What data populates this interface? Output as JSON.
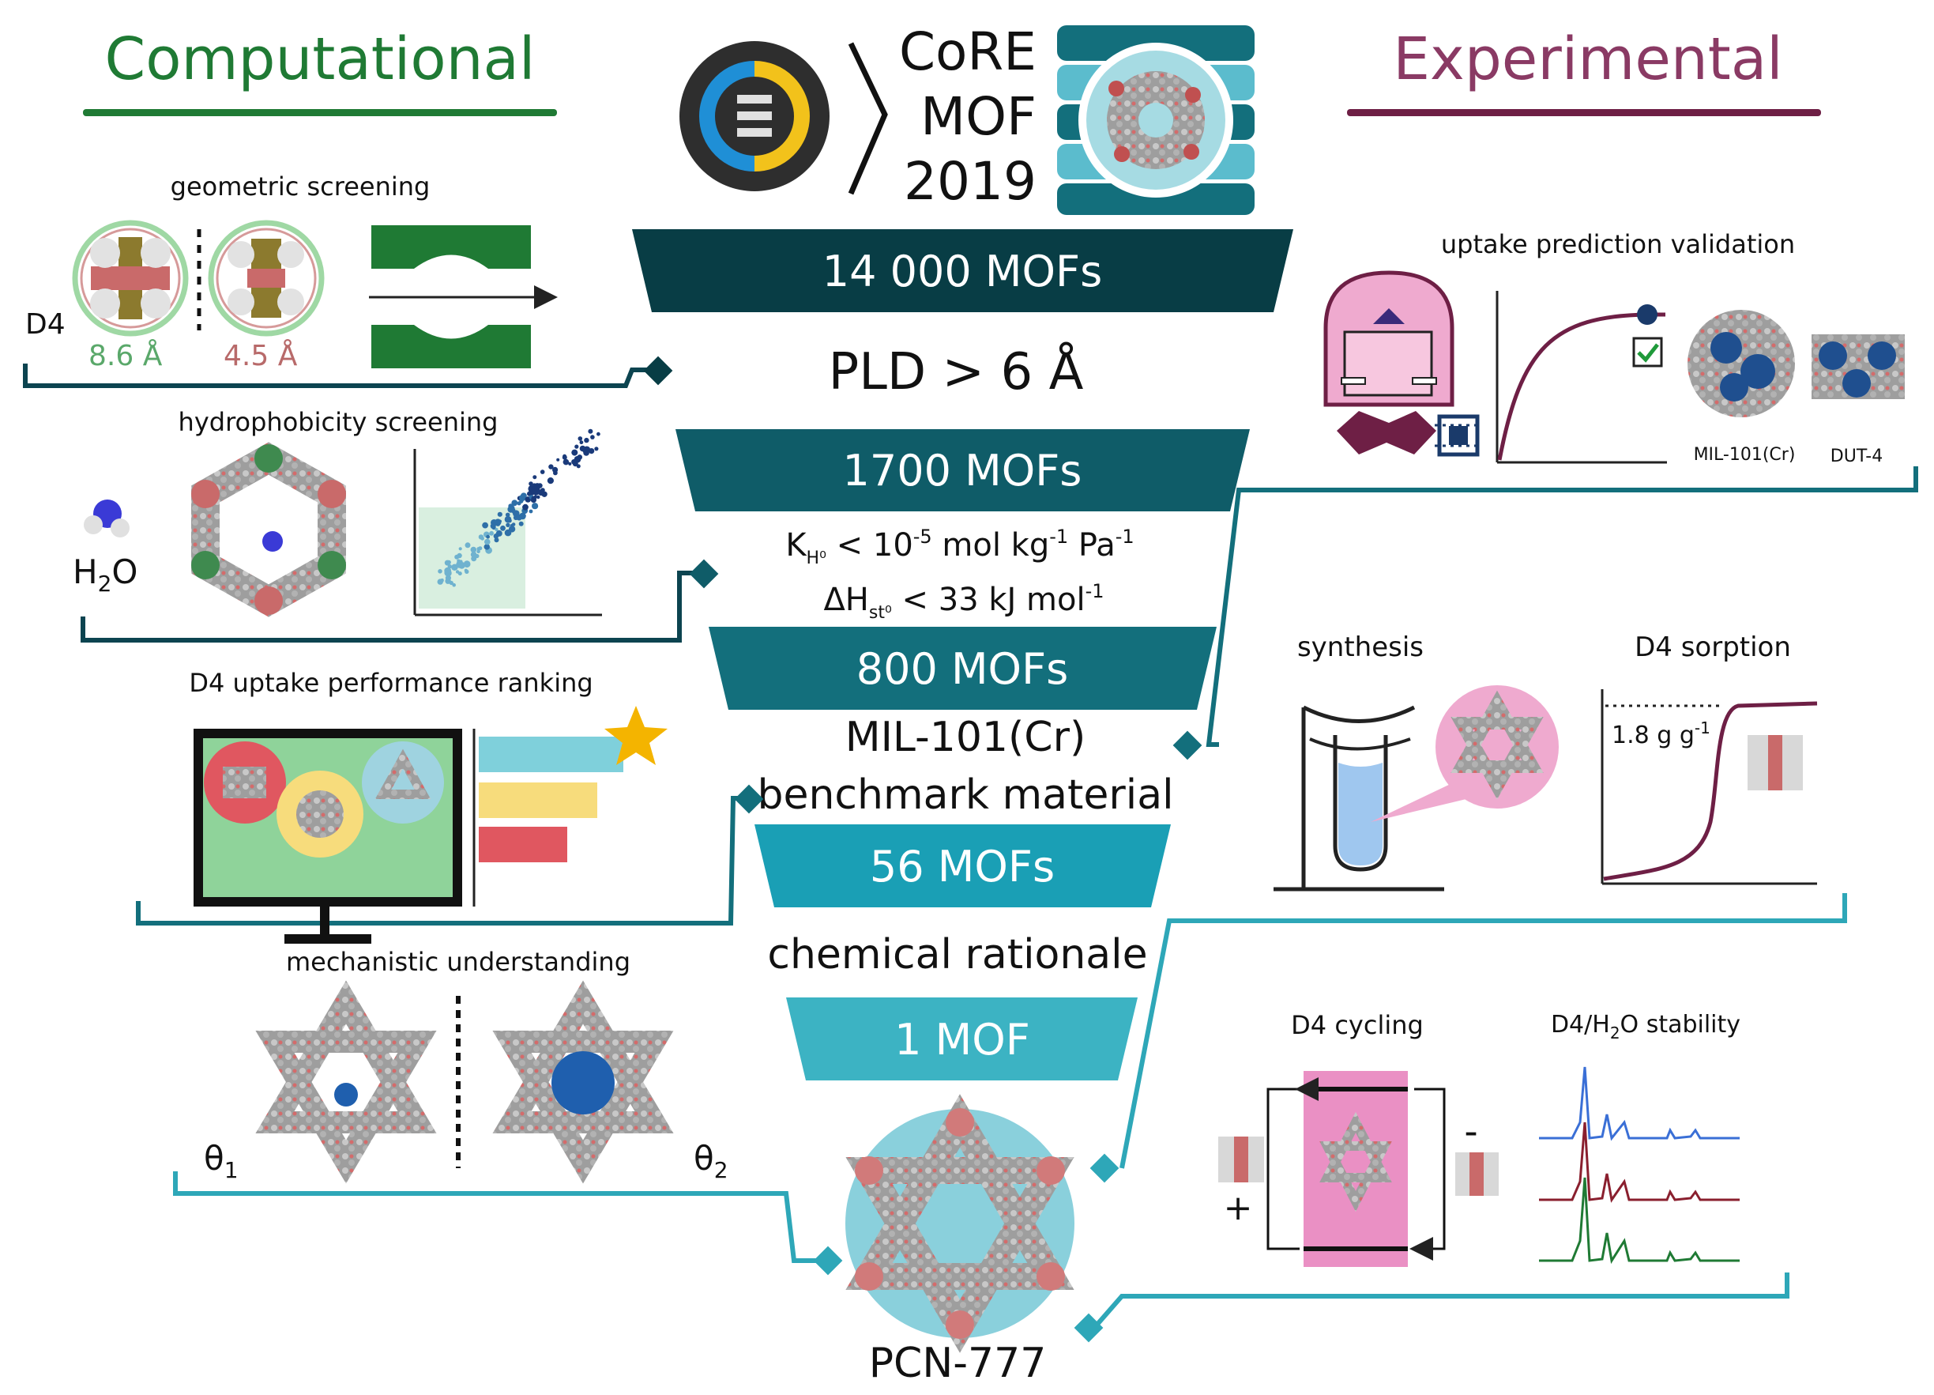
{
  "headers": {
    "computational": "Computational",
    "experimental": "Experimental"
  },
  "database": {
    "name_line1": "CoRE",
    "name_line2": "MOF",
    "name_line3": "2019"
  },
  "funnel": {
    "stage1": "14 000 MOFs",
    "criterion1": "PLD > 6 Å",
    "stage2": "1700 MOFs",
    "criterion2a": {
      "k": "K",
      "sub": "H⁰",
      "lt": " < 10",
      "exp": "-5",
      "unit1": " mol kg",
      "exp2": "-1",
      "unit2": " Pa",
      "exp3": "-1"
    },
    "criterion2b": {
      "dh": "ΔH",
      "sub": "st⁰",
      "rest": " < 33 kJ mol",
      "exp": "-1"
    },
    "stage3": "800 MOFs",
    "benchmark_name": "MIL-101(Cr)",
    "benchmark_label": "benchmark material",
    "stage4": "56 MOFs",
    "rationale": "chemical rationale",
    "stage5": "1 MOF",
    "final": "PCN-777"
  },
  "left": {
    "geometric": {
      "title": "geometric screening",
      "molecule": "D4",
      "dim1": "8.6 Å",
      "dim2": "4.5 Å"
    },
    "hydrophobicity": {
      "title": "hydrophobicity screening",
      "water_h": "H",
      "water_sub": "2",
      "water_o": "O"
    },
    "ranking": {
      "title": "D4 uptake performance ranking"
    },
    "mechanistic": {
      "title": "mechanistic understanding",
      "theta1": "θ",
      "theta1_sub": "1",
      "theta2": "θ",
      "theta2_sub": "2"
    }
  },
  "right": {
    "validation": {
      "title": "uptake prediction validation",
      "mof1": "MIL-101(Cr)",
      "mof2": "DUT-4"
    },
    "synthesis": {
      "title": "synthesis"
    },
    "sorption": {
      "title": "D4 sorption",
      "uptake": "1.8 g g",
      "uptake_exp": "-1"
    },
    "cycling": {
      "title": "D4 cycling",
      "plus": "+",
      "minus": "-"
    },
    "stability": {
      "title_a": "D4/H",
      "title_sub": "2",
      "title_b": "O stability"
    }
  },
  "colors": {
    "computational": "#1f7a34",
    "experimental": "#8a3a64",
    "funnel1": "#083d45",
    "funnel2": "#0f5c68",
    "funnel3": "#136f7c",
    "funnel4": "#1a9fb5",
    "funnel5": "#3cb3c3",
    "connector_dark": "#0c4450",
    "connector_light": "#2ea7b8"
  }
}
